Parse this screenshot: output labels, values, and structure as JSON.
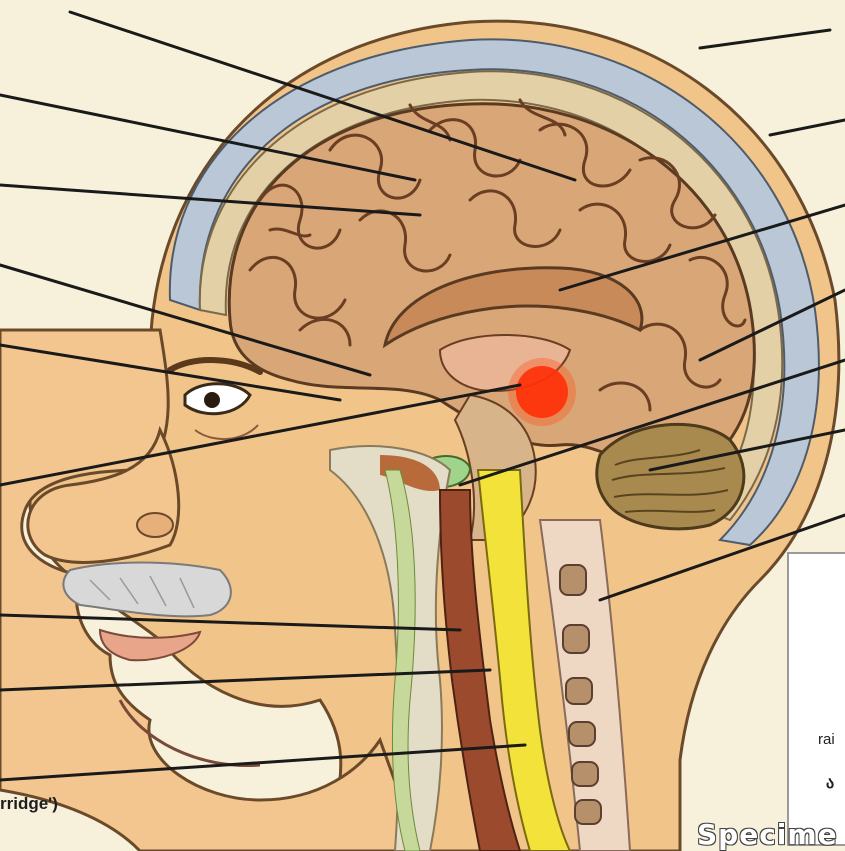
{
  "caption_fragment": "rridge')",
  "legend_box": {
    "fragment_1": "rai",
    "fragment_2": "ა"
  },
  "watermark": "Specime",
  "colors": {
    "background": "#f7f1dc",
    "skin": "#f1c48a",
    "brain": "#d9a677",
    "skull_membrane": "#b9c7d6",
    "spinal_cord": "#f2e23a",
    "esophagus": "#9b4a2d",
    "highlight_spot": "#ff2200",
    "cerebellum": "#a98a4e",
    "pituitary": "#9fd48a",
    "label_line": "#1a1a1a"
  }
}
